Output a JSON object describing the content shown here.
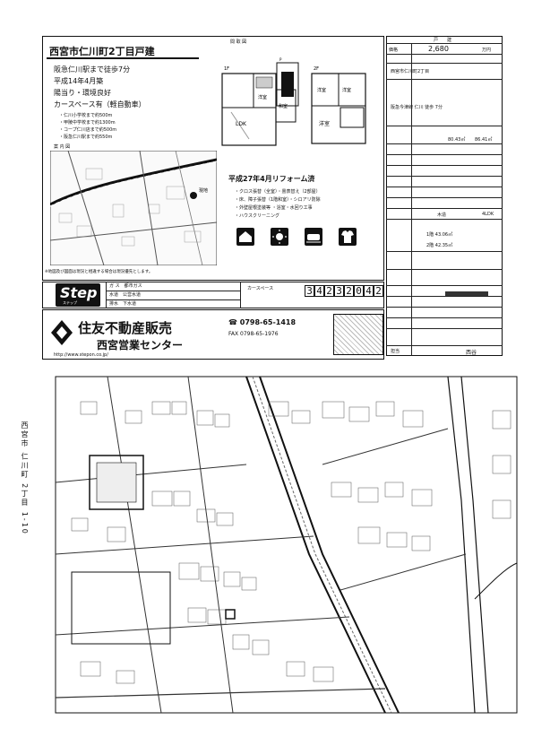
{
  "flyer": {
    "title": "西宮市仁川町2丁目戸建",
    "floor_plan_label": "間 取 図",
    "features": [
      "阪急仁川駅まで徒歩7分",
      "平成14年4月築",
      "陽当り・環境良好",
      "カースペース有（軽自動車）"
    ],
    "distances": [
      "・仁川小学校まで約500m",
      "・甲陵中学校まで約1300m",
      "・コープ仁川店まで約500m",
      "・阪急仁川駅まで約550m"
    ],
    "map_label": "案 内 図",
    "reform": {
      "heading": "平成27年4月リフォーム済",
      "items": [
        "・クロス張替（全室）・畳表替え（2部屋）",
        "・床、障子張替（1階和室）・シロアリ防除",
        "・外壁屋根塗装等 ・浴室・水回り工事",
        "・ハウスクリーニング"
      ]
    },
    "icons": [
      "home-icon",
      "sun-icon",
      "train-icon",
      "shirt-icon"
    ],
    "footnote": "※地図及び図面は現況と相違する場合は現況優先とします。"
  },
  "spec": {
    "header": "戸　　建",
    "price_label": "価格",
    "price": "2,680",
    "price_unit": "万円",
    "address": "西宮市仁川町2丁目",
    "station": "阪急今津線 仁川 徒歩 7分",
    "land_area": "80.43㎡",
    "building_area": "86.41㎡",
    "structure": "木造",
    "layout": "4LDK",
    "area_rows": [
      "1階 43.06㎡",
      "2階 42.35㎡"
    ]
  },
  "step": {
    "logo": "Step",
    "logo_sub": "ステップ",
    "rows": [
      "ガ ス　都市ガス",
      "水道　公営水道",
      "排水　下水道"
    ],
    "code_label": "カースペース",
    "code": [
      "3",
      "4",
      "2",
      "3",
      "2",
      "0",
      "4",
      "2"
    ]
  },
  "company": {
    "name": "住友不動産販売",
    "center": "西宮営業センター",
    "tel": "☎ 0798-65-1418",
    "fax": "FAX 0798-65-1976",
    "url": "http://www.stepon.co.jp/",
    "stamp_label": "担当",
    "staff": "西谷"
  },
  "sheet_map": {
    "side_label": "西宮市 仁川町 2丁目 1-10"
  }
}
